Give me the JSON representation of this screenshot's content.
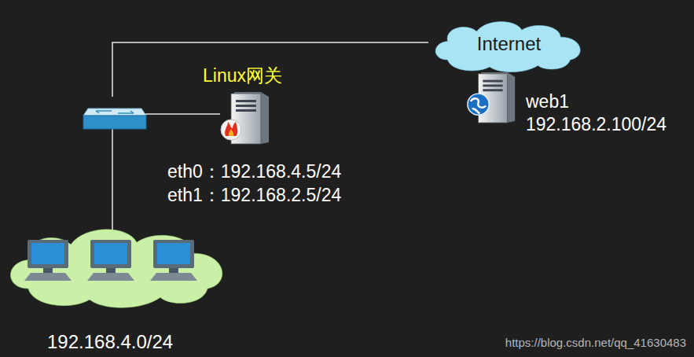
{
  "diagram": {
    "nodes": [
      {
        "text": [
          "Internet"
        ]
      },
      {
        "text": [
          "web1",
          "192.168.2.100/24"
        ]
      },
      {
        "text": [
          "Linux网关",
          "eth0：192.168.4.5/24",
          "eth1：192.168.2.5/24"
        ]
      },
      {
        "text": [
          "192.168.4.0/24"
        ]
      }
    ],
    "edges": [
      {
        "from": 2,
        "to": 0,
        "arrow": "none"
      },
      {
        "from": 3,
        "to": 2,
        "arrow": "none"
      }
    ],
    "labels": [
      "https://blog.csdn.net/qq_41630483"
    ]
  }
}
